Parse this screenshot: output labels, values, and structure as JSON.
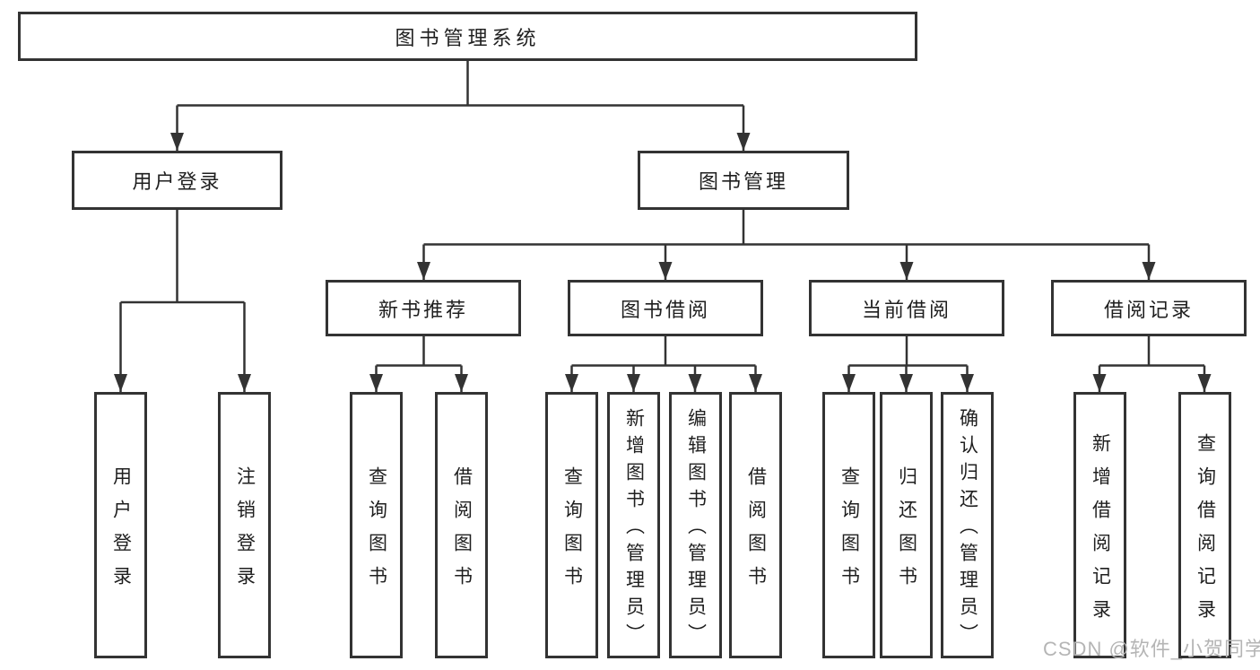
{
  "root": {
    "label": "图书管理系统"
  },
  "modules": {
    "user_login": {
      "label": "用户登录",
      "children": {
        "login": {
          "label": "用户登录"
        },
        "logout": {
          "label": "注销登录"
        }
      }
    },
    "book_mgmt": {
      "label": "图书管理",
      "children": {
        "new_books": {
          "label": "新书推荐",
          "children": {
            "query": {
              "label": "查询图书"
            },
            "borrow": {
              "label": "借阅图书"
            }
          }
        },
        "borrowing": {
          "label": "图书借阅",
          "children": {
            "query": {
              "label": "查询图书"
            },
            "add": {
              "label": "新增图书（管理员）"
            },
            "edit": {
              "label": "编辑图书（管理员）"
            },
            "borrow": {
              "label": "借阅图书"
            }
          }
        },
        "current": {
          "label": "当前借阅",
          "children": {
            "query": {
              "label": "查询图书"
            },
            "return": {
              "label": "归还图书"
            },
            "confirm": {
              "label": "确认归还（管理员）"
            }
          }
        },
        "records": {
          "label": "借阅记录",
          "children": {
            "add": {
              "label": "新增借阅记录"
            },
            "query": {
              "label": "查询借阅记录"
            }
          }
        }
      }
    }
  },
  "watermark": {
    "text": "CSDN @软件_小贺同学"
  },
  "colors": {
    "background": "#ffffff",
    "box_border": "#333333",
    "line": "#333333",
    "text": "#1f1f1f",
    "watermark": "#b5b5b5"
  }
}
